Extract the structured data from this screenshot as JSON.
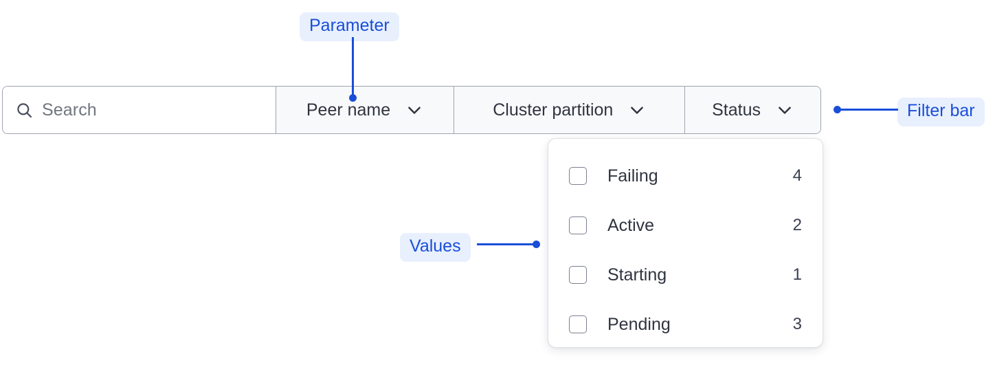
{
  "filter_bar": {
    "search": {
      "icon": "search-icon",
      "placeholder": "Search",
      "value": ""
    },
    "dropdowns": [
      {
        "label": "Peer name",
        "icon": "chevron-down-icon"
      },
      {
        "label": "Cluster partition",
        "icon": "chevron-down-icon"
      },
      {
        "label": "Status",
        "icon": "chevron-down-icon"
      }
    ]
  },
  "status_dropdown": {
    "open": true,
    "options": [
      {
        "label": "Failing",
        "count": "4",
        "checked": false
      },
      {
        "label": "Active",
        "count": "2",
        "checked": false
      },
      {
        "label": "Starting",
        "count": "1",
        "checked": false
      },
      {
        "label": "Pending",
        "count": "3",
        "checked": false
      }
    ]
  },
  "annotations": [
    {
      "id": "parameter",
      "label": "Parameter"
    },
    {
      "id": "filter-bar",
      "label": "Filter bar"
    },
    {
      "id": "values",
      "label": "Values"
    }
  ],
  "colors": {
    "annotation_text": "#1a4ed8",
    "annotation_chip_bg": "#e8f0fe",
    "bar_border": "#9ea3b0",
    "segment_bg": "#f8f9fa",
    "text": "#2f3440",
    "placeholder": "#70757f",
    "panel_border": "#dfe1e6"
  }
}
